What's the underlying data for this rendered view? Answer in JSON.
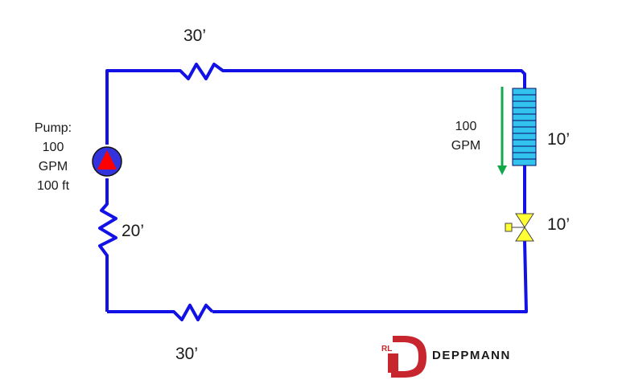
{
  "pump": {
    "label_lines": [
      "Pump:",
      "100",
      "GPM",
      "100 ft"
    ]
  },
  "pipe_lengths": {
    "top": "30’",
    "bottom": "30’",
    "left_coil": "20’",
    "coil": "10’",
    "valve": "10’"
  },
  "flow": {
    "value": "100",
    "unit": "GPM"
  },
  "logo": {
    "monogram": "RL",
    "name": "DEPPMANN"
  },
  "colors": {
    "pipe": "#1212e6",
    "pump_fill": "#3333dd",
    "pump_triangle": "#ff0000",
    "coil_fill": "#33c3ef",
    "valve_fill": "#ffff33",
    "flow_arrow": "#11a84b",
    "logo_red": "#c8262e"
  },
  "icons": [
    "pump-icon",
    "coil-icon",
    "valve-icon",
    "flow-arrow-icon",
    "deppmann-logo-icon"
  ]
}
